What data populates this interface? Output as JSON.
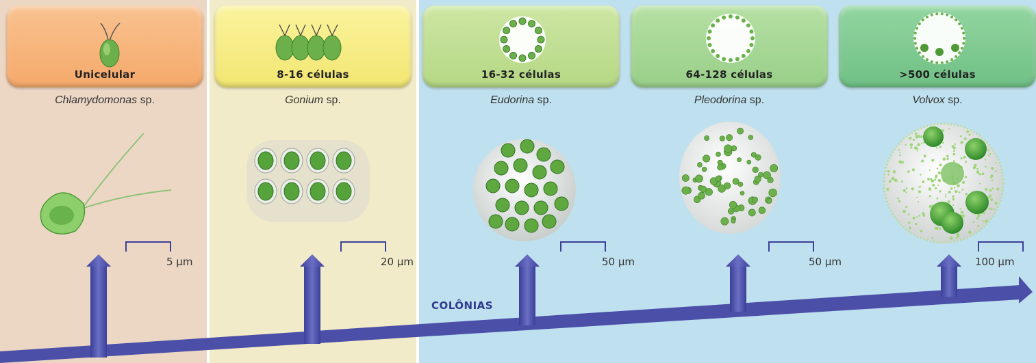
{
  "colors": {
    "unicelular": "#f7b47a",
    "gonium": "#f6ec8e",
    "eudorina": "#c2df96",
    "pleodorina": "#a6d895",
    "volvox": "#7fcb93",
    "arrow": "#4b4fa8"
  },
  "columns": [
    {
      "header": "Unicelular",
      "genus": "Chlamydomonas",
      "suffix": " sp.",
      "scale": "5 μm"
    },
    {
      "header": "8-16 células",
      "genus": "Gonium",
      "suffix": " sp.",
      "scale": "20 μm"
    },
    {
      "header": "16-32 células",
      "genus": "Eudorina",
      "suffix": " sp.",
      "scale": "50 μm"
    },
    {
      "header": "64-128 células",
      "genus": "Pleodorina",
      "suffix": " sp.",
      "scale": "50 μm"
    },
    {
      "header": ">500 células",
      "genus": "Volvox",
      "suffix": " sp.",
      "scale": "100 μm"
    }
  ],
  "axis_label": "COLÔNIAS"
}
